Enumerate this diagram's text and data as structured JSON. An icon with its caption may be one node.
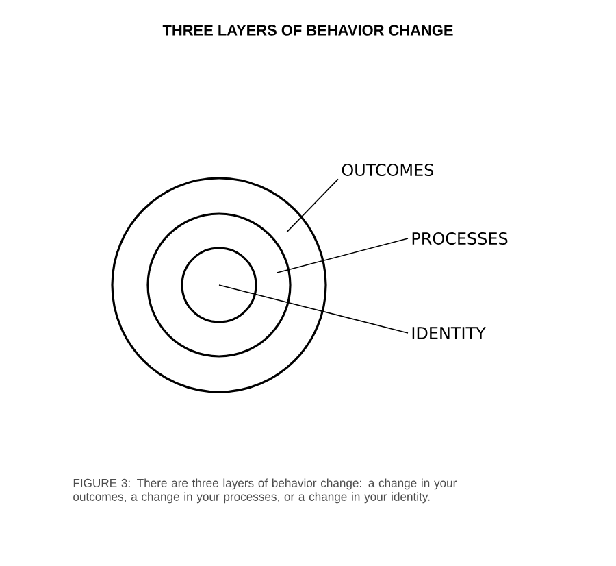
{
  "diagram": {
    "title": "THREE LAYERS OF BEHAVIOR CHANGE",
    "caption": "FIGURE 3: There are three layers of behavior change: a change in your outcomes, a change in your processes, or a change in your identity.",
    "nodes": [
      {
        "text": [],
        "shape": "circle"
      },
      {
        "text": [],
        "shape": "circle",
        "in": 0
      },
      {
        "text": [],
        "shape": "circle",
        "in": 1
      },
      {
        "text": [
          "OUTCOMES"
        ]
      },
      {
        "text": [
          "PROCESSES"
        ]
      },
      {
        "text": [
          "IDENTITY"
        ]
      }
    ],
    "edges": [
      {
        "from": 3,
        "to": 0,
        "arrow": "none"
      },
      {
        "from": 4,
        "to": 1,
        "arrow": "none"
      },
      {
        "from": 5,
        "to": 2,
        "arrow": "none"
      }
    ]
  }
}
